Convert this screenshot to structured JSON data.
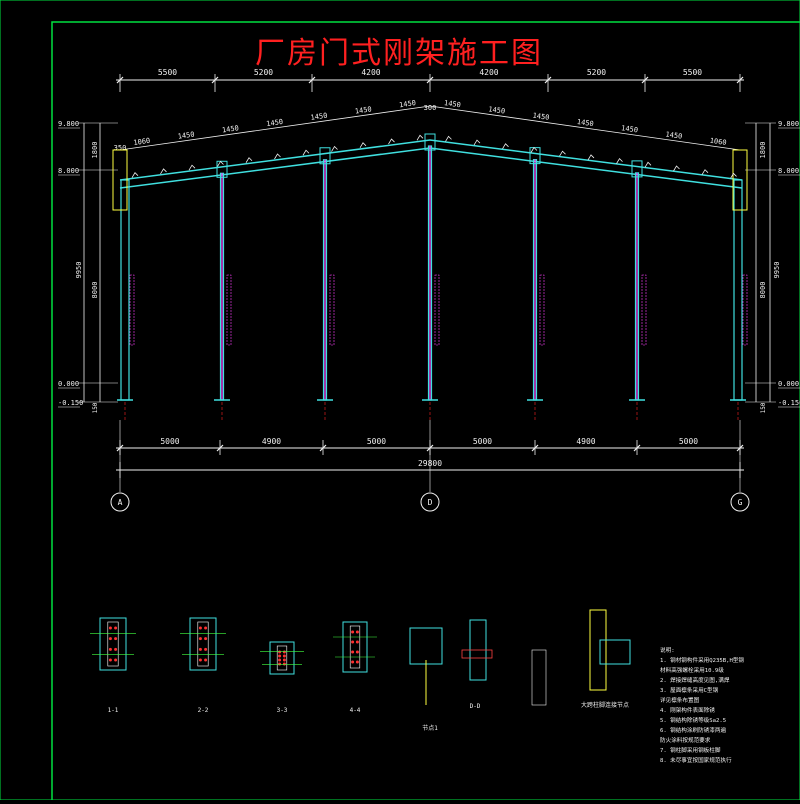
{
  "title": "厂房门式刚架施工图",
  "colors": {
    "background": "#000000",
    "border": "#00e040",
    "frame": "#40e0e0",
    "column_label": "#ff40ff",
    "dimension": "#f0f0f0",
    "axis_line": "#ff2020",
    "title": "#ff2020"
  },
  "dimensions": {
    "top_spans": [
      "5500",
      "5200",
      "4200",
      "4200",
      "5200",
      "5500"
    ],
    "purlin_spacing_left": [
      "1060",
      "1450",
      "1450",
      "1450",
      "1450",
      "1450",
      "1450"
    ],
    "purlin_spacing_right": [
      "1450",
      "1450",
      "1450",
      "1450",
      "1450",
      "1450",
      "1060"
    ],
    "ridge_label": "300",
    "bottom_spans": [
      "5000",
      "4900",
      "5000",
      "5000",
      "4900",
      "5000"
    ],
    "total_span": "29800",
    "left_vertical": {
      "eave_top": "1800",
      "column": "8000",
      "total": "9950",
      "base": "150"
    },
    "right_vertical": {
      "eave_top": "1800",
      "column": "8000",
      "total": "9950",
      "base": "150"
    },
    "left_eave_detail": "350"
  },
  "elevations": {
    "left": [
      "9.800",
      "8.000",
      "0.000",
      "-0.150"
    ],
    "right": [
      "9.800",
      "8.000",
      "0.000",
      "-0.150"
    ]
  },
  "axes": [
    "A",
    "D",
    "G"
  ],
  "details": {
    "labels": [
      "1-1",
      "2-2",
      "3-3",
      "4-4",
      "节点1",
      "D-D",
      "大跨柱脚连接节点"
    ],
    "notes": [
      "说明:",
      "1. 钢材钢构件采用Q235B,H型钢",
      "   材料高强螺栓采用10.9级",
      "2. 焊接焊缝高度见图,满焊",
      "3. 屋面檩条采用C型钢",
      "   详见檩条布置图",
      "4. 刚架构件表面除锈",
      "5. 钢结构除锈等级Sa2.5",
      "6. 钢结构涂刷防锈漆两遍",
      "   防火涂料按规范要求",
      "7. 钢柱脚采用钢板柱脚",
      "8. 未尽事宜按国家规范执行"
    ]
  }
}
